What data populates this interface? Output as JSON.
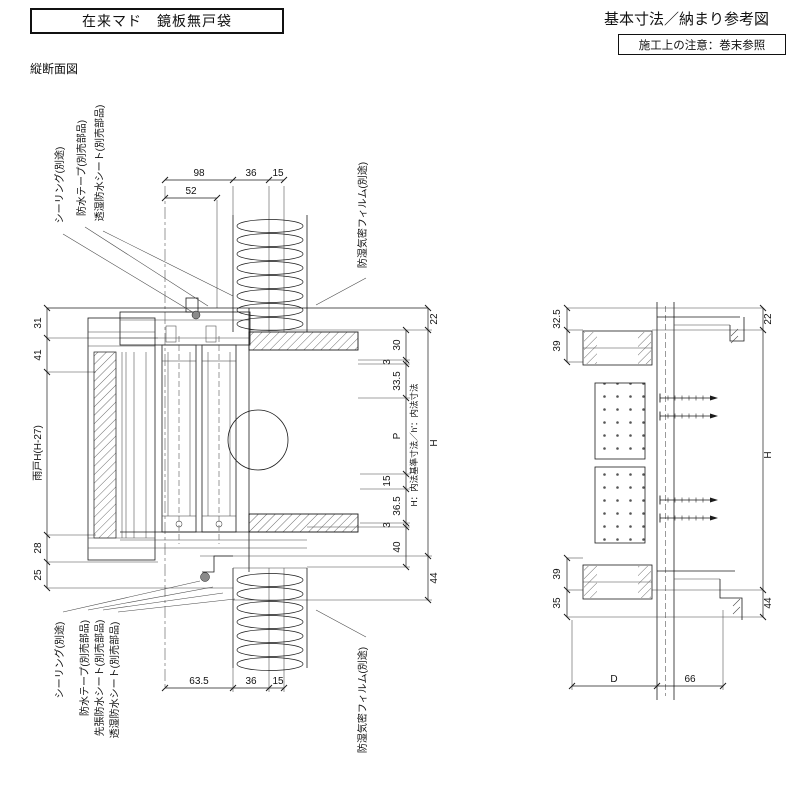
{
  "header": {
    "title_box": "在来マド　鏡板無戸袋",
    "doc_title": "基本寸法／納まり参考図",
    "note_box": "施工上の注意：巻末参照",
    "section_label": "縦断面図"
  },
  "ld": {
    "top_labels": {
      "sealing": "シーリング(別途)",
      "tape": "防水テープ(別売部品)",
      "sheet": "透湿防水シート(別売部品)",
      "film": "防湿気密フィルム(別途)"
    },
    "bottom_labels": {
      "sealing": "シーリング(別途)",
      "tape": "防水テープ(別売部品)",
      "presheet": "先張防水シート(別売部品)",
      "sheet": "透湿防水シート(別売部品)",
      "film": "防湿気密フィルム(別途)"
    },
    "dims": {
      "d98": "98",
      "d52": "52",
      "d36t": "36",
      "d15t": "15",
      "d31": "31",
      "d41": "41",
      "damado": "雨戸H(H-27)",
      "d28": "28",
      "d25": "25",
      "d22": "22",
      "d30": "30",
      "d3a": "3",
      "d335": "33.5",
      "dH": "H",
      "dP": "P",
      "d15r": "15",
      "d365": "36.5",
      "d3b": "3",
      "d40": "40",
      "d44": "44",
      "d635": "63.5",
      "d36b": "36",
      "d15b": "15"
    },
    "note": "H：内法基準寸法／h'：内法寸法"
  },
  "rd": {
    "dims": {
      "d325": "32.5",
      "d39a": "39",
      "d39b": "39",
      "d35": "35",
      "d22": "22",
      "dH": "H",
      "d44": "44",
      "dD": "D",
      "d66": "66"
    }
  }
}
